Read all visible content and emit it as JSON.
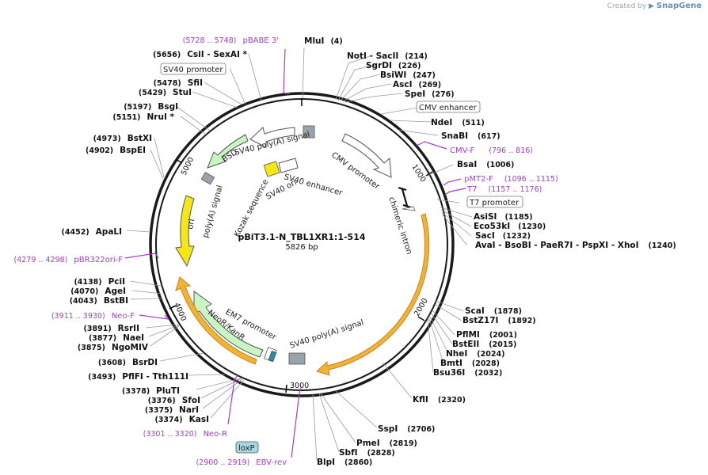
{
  "credit": {
    "prefix": "Created by",
    "brand": "SnapGene"
  },
  "plasmid": {
    "name": "pBiT3.1-N_TBL1XR1:1-514",
    "length": "5826 bp"
  },
  "ticks": [
    "1000",
    "2000",
    "3000",
    "4000",
    "5000"
  ],
  "site_labels": [
    {
      "id": "mlui",
      "name": "MluI",
      "pos": "(4)"
    },
    {
      "id": "noti",
      "name": "NotI",
      "sep": " - ",
      "name2": "SacII",
      "pos": "(214)"
    },
    {
      "id": "sgrdi",
      "name": "SgrDI",
      "pos": "(226)"
    },
    {
      "id": "bsiwi",
      "name": "BsiWI",
      "pos": "(247)"
    },
    {
      "id": "asci",
      "name": "AscI",
      "pos": "(269)"
    },
    {
      "id": "spei",
      "name": "SpeI",
      "pos": "(276)"
    },
    {
      "id": "ndei",
      "name": "NdeI",
      "pos": "(511)"
    },
    {
      "id": "snabi",
      "name": "SnaBI",
      "pos": "(617)"
    },
    {
      "id": "bsai",
      "name": "BsaI",
      "pos": "(1006)"
    },
    {
      "id": "asisi",
      "name": "AsiSI",
      "pos": "(1185)"
    },
    {
      "id": "eco53ki",
      "name": "Eco53kI",
      "pos": "(1230)"
    },
    {
      "id": "saci",
      "name": "SacI",
      "pos": "(1232)"
    },
    {
      "id": "avai",
      "name": "AvaI",
      "text": "   - BsoBI     - PaeR7I     - PspXI    - XhoI",
      "pos": "(1240)"
    },
    {
      "id": "scai",
      "name": "ScaI",
      "pos": "(1878)"
    },
    {
      "id": "bstz17i",
      "name": "BstZ17I",
      "pos": "(1892)"
    },
    {
      "id": "pfimi",
      "name": "PflMI",
      "pos": "(2001)"
    },
    {
      "id": "bsteii",
      "name": "BstEII",
      "pos": "(2015)"
    },
    {
      "id": "nhei",
      "name": "NheI",
      "pos": "(2024)"
    },
    {
      "id": "bmti",
      "name": "BmtI",
      "pos": "(2028)"
    },
    {
      "id": "bsu36i",
      "name": "Bsu36I",
      "pos": "(2032)"
    },
    {
      "id": "kfli",
      "name": "KflI",
      "pos": "(2320)"
    },
    {
      "id": "sspi",
      "name": "SspI",
      "pos": "(2706)"
    },
    {
      "id": "pmei",
      "name": "PmeI",
      "pos": "(2819)"
    },
    {
      "id": "sbfi",
      "name": "SbfI",
      "pos": "(2828)"
    },
    {
      "id": "blpi",
      "name": "BlpI",
      "pos": "(2860)"
    },
    {
      "id": "kasi",
      "name": "KasI",
      "pos": "(3374)"
    },
    {
      "id": "nari",
      "name": "NarI",
      "pos": "(3375)"
    },
    {
      "id": "sfoi",
      "name": "SfoI",
      "pos": "(3376)"
    },
    {
      "id": "pluti",
      "name": "PluTI",
      "pos": "(3378)"
    },
    {
      "id": "pflfi",
      "name": "PflFI",
      "sep": " - ",
      "name2": "Tth111I",
      "pos": "(3493)"
    },
    {
      "id": "bsrdi",
      "name": "BsrDI",
      "pos": "(3608)"
    },
    {
      "id": "ngomiv",
      "name": "NgoMIV",
      "pos": "(3875)"
    },
    {
      "id": "naei",
      "name": "NaeI",
      "pos": "(3877)"
    },
    {
      "id": "bsrii",
      "name": "RsrII",
      "pos": "(3891)"
    },
    {
      "id": "bstbi",
      "name": "BstBI",
      "pos": "(4043)"
    },
    {
      "id": "agei",
      "name": "AgeI",
      "pos": "(4070)"
    },
    {
      "id": "pcii",
      "name": "PciI",
      "pos": "(4138)"
    },
    {
      "id": "apali",
      "name": "ApaLI",
      "pos": "(4452)"
    },
    {
      "id": "bspei",
      "name": "BspEI",
      "pos": "(4902)"
    },
    {
      "id": "bstxi",
      "name": "BstXI",
      "pos": "(4973)"
    },
    {
      "id": "nrui",
      "name": "NruI *",
      "pos": "(5151)"
    },
    {
      "id": "bsgi",
      "name": "BsgI",
      "pos": "(5197)"
    },
    {
      "id": "stui",
      "name": "StuI",
      "pos": "(5429)"
    },
    {
      "id": "sfii",
      "name": "SfiI",
      "pos": "(5478)"
    },
    {
      "id": "csii",
      "name": "CsiI",
      "sep": "   - ",
      "name2": "SexAI *",
      "pos": "(5656)"
    }
  ],
  "primer_labels": [
    {
      "id": "pbabe3",
      "range": "(5728 .. 5748)",
      "name": "pBABE 3'"
    },
    {
      "id": "cmvf",
      "range": "(796 .. 816)",
      "name": "CMV-F"
    },
    {
      "id": "pmt2f",
      "range": "(1096 .. 1115)",
      "name": "pMT2-F"
    },
    {
      "id": "t7",
      "range": "(1157 .. 1176)",
      "name": "T7"
    },
    {
      "id": "pbr322ori",
      "range": "(4279 .. 4298)",
      "name": "pBR322ori-F"
    },
    {
      "id": "neof",
      "range": "(3911 .. 3930)",
      "name": "Neo-F"
    },
    {
      "id": "neor",
      "range": "(3301 .. 3320)",
      "name": "Neo-R"
    },
    {
      "id": "ebvrev",
      "range": "(2900 .. 2919)",
      "name": "EBV-rev"
    }
  ],
  "boxed_labels": {
    "sv40_promoter": "SV40 promoter",
    "cmv_enhancer": "CMV enhancer",
    "t7_promoter": "T7 promoter",
    "loxp": "loxP"
  },
  "feature_labels": {
    "sv40_polya_top": "SV40 poly(A) signal",
    "sv40_enhancer": "SV40 enhancer",
    "sv40_ori": "SV40 ori",
    "kozak": "Kozak sequence",
    "bsd": "BSD",
    "ori": "ori",
    "polya": "poly(A) signal",
    "cmv_promoter": "CMV promoter",
    "chimeric_intron": "chimeric intron",
    "em7_promoter": "EM7 promoter",
    "neor_kanr": "NeoR/KanR",
    "sv40_polya_bottom": "SV40 poly(A) signal"
  },
  "colors": {
    "backbone": "#1a1a1a",
    "primer": "#a53cd6",
    "orf_orange": "#f2b233",
    "ori_yellow": "#f5e615",
    "marker_green": "#c9f5c2",
    "polya_gray": "#9aa2aa",
    "loxp_blue": "#a6d8e6"
  }
}
